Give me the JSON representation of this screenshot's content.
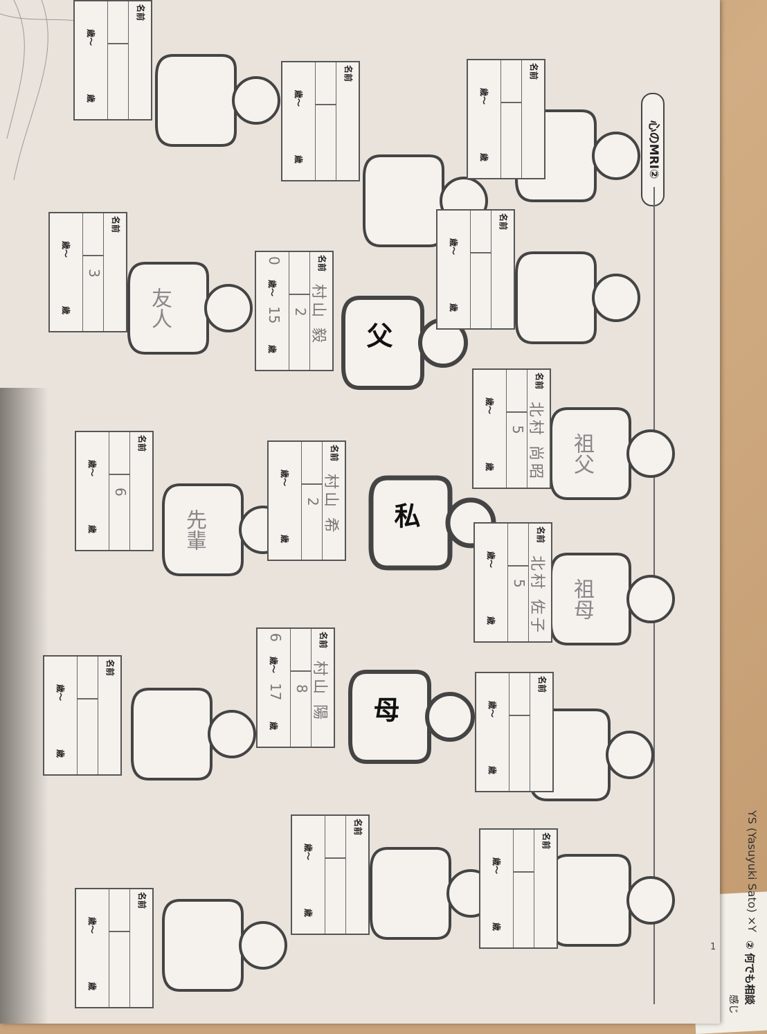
{
  "sheet": {
    "title": "心のMRI②",
    "footer": "YS (Yasuyuki Sato) ×Y",
    "side_text": "② 何でも相談",
    "side_num": "1",
    "side_kanji": "感じ"
  },
  "labels": {
    "name": "名前",
    "age_sep": "歳〜",
    "age_end": "歳"
  },
  "figures": {
    "me": "私",
    "father": "父",
    "mother": "母",
    "grandfather": "祖父",
    "grandmother": "祖母",
    "friend": "友人",
    "senior": "先輩"
  },
  "cards": {
    "father": {
      "name": "村山 毅",
      "sibling": "2",
      "from": "0",
      "to": "15"
    },
    "mother": {
      "name": "村山 陽",
      "sibling": "8",
      "from": "6",
      "to": "17"
    },
    "me": {
      "name": "村山 希",
      "sibling": "2",
      "from": "",
      "to": ""
    },
    "grandfather": {
      "name": "北村 尚昭",
      "sibling": "5",
      "from": "",
      "to": ""
    },
    "grandmother": {
      "name": "北村 佐子",
      "sibling": "5",
      "from": "",
      "to": ""
    },
    "friend": {
      "name": "",
      "sibling": "3",
      "from": "",
      "to": ""
    },
    "senior": {
      "name": "",
      "sibling": "6",
      "from": "",
      "to": ""
    },
    "blank": {
      "name": "",
      "sibling": "",
      "from": "",
      "to": ""
    }
  }
}
